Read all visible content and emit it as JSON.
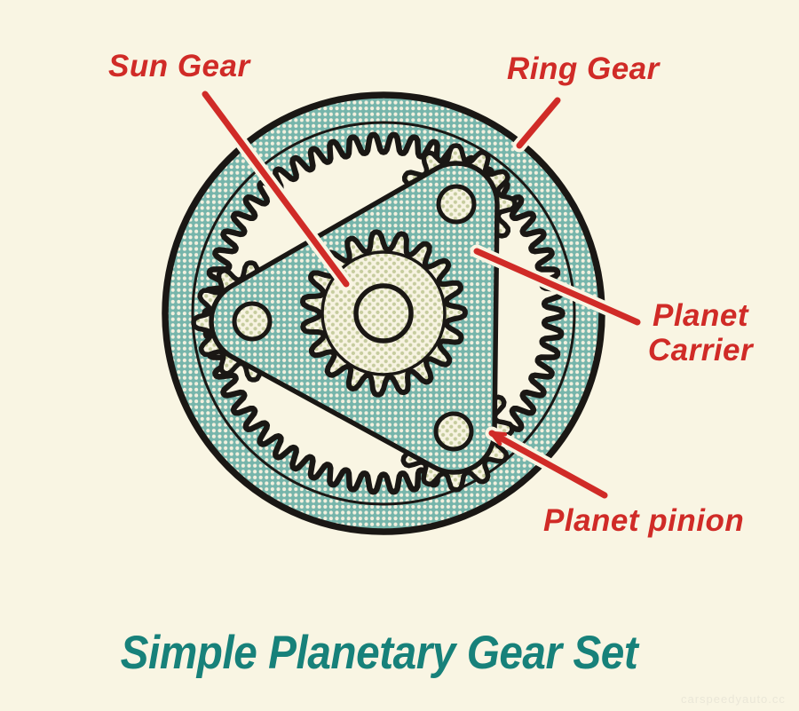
{
  "title": "Simple Planetary Gear Set",
  "watermark": "carspeedyauto.cc",
  "labels": {
    "sun_gear": "Sun Gear",
    "ring_gear": "Ring Gear",
    "planet_carrier_line1": "Planet",
    "planet_carrier_line2": "Carrier",
    "planet_pinion": "Planet pinion"
  },
  "colors": {
    "background": "#f9f5e3",
    "label_red": "#d02b27",
    "title_teal": "#17817a",
    "outline_black": "#1a1714",
    "ring_carrier_teal": "#76b5ab",
    "teal_halftone_dot": "#f3f0de",
    "gear_body_cream": "#f7f3e1",
    "gear_halftone_dot": "#c6cc9e",
    "watermark_gray": "#eae7d8"
  }
}
